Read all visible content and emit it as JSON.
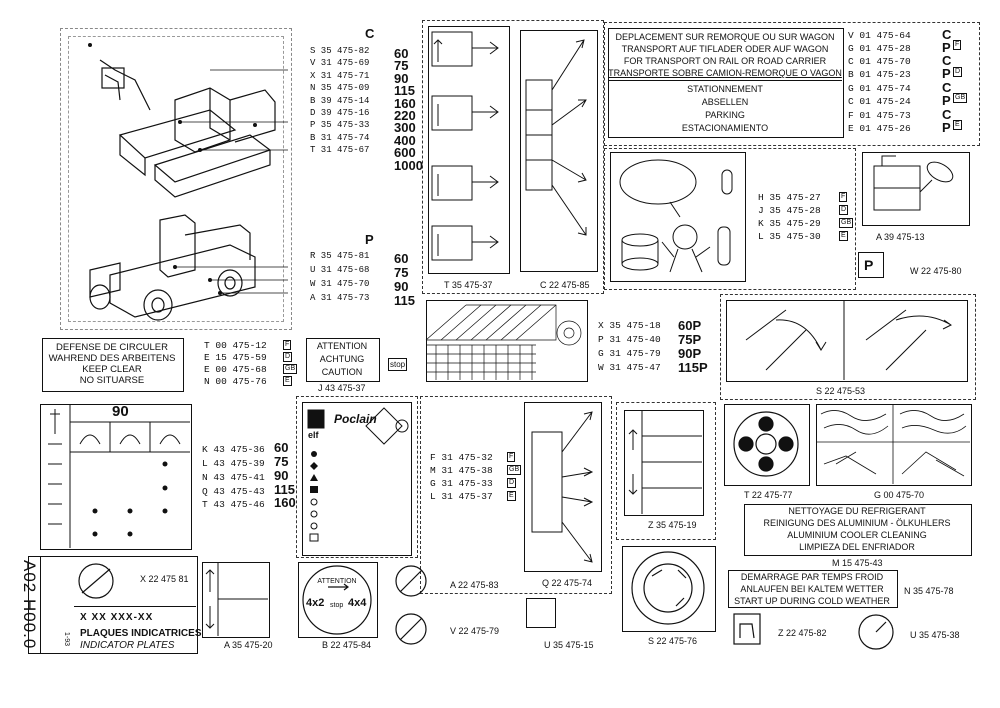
{
  "main_title": "PLAQUES INDICATRICES",
  "main_title_sub": "INDICATOR PLATES",
  "part_ref": "X XX XXX-XX",
  "side_code": "A02 H00.0",
  "side_date": "1-93",
  "excavator_letter": "C",
  "excavator_codes": [
    {
      "code": "S 35 475-82",
      "size": "60"
    },
    {
      "code": "V 31 475-69",
      "size": "75"
    },
    {
      "code": "X 31 475-71",
      "size": "90"
    },
    {
      "code": "N 35 475-09",
      "size": "115"
    },
    {
      "code": "B 39 475-14",
      "size": "160"
    },
    {
      "code": "D 39 475-16",
      "size": "220"
    },
    {
      "code": "P 35 475-33",
      "size": "300"
    },
    {
      "code": "B 31 475-74",
      "size": "400"
    },
    {
      "code": "T 31 475-67",
      "size": "600"
    },
    {
      "code": "",
      "size": "1000"
    }
  ],
  "wheeled_letter": "P",
  "wheeled_codes": [
    {
      "code": "R 35 475-81",
      "size": "60"
    },
    {
      "code": "U 31 475-68",
      "size": "75"
    },
    {
      "code": "W 31 475-70",
      "size": "90"
    },
    {
      "code": "A 31 475-73",
      "size": "115"
    }
  ],
  "box_t35": "T 35 475-37",
  "box_c22": "C 22 475-85",
  "transport": {
    "lines": [
      "DEPLACEMENT SUR REMORQUE OU SUR WAGON",
      "TRANSPORT AUF TIFLADER ODER AUF WAGON",
      "FOR TRANSPORT ON RAIL OR ROAD CARRIER",
      "TRANSPORTE SOBRE CAMION-REMORQUE O VAGON"
    ],
    "parking": [
      "STATIONNEMENT",
      "ABSELLEN",
      "PARKING",
      "ESTACIONAMIENTO"
    ],
    "codes": [
      {
        "code": "V 01 475-64",
        "cp": "C"
      },
      {
        "code": "G 01 475-28",
        "cp": "P",
        "tag": "F"
      },
      {
        "code": "C 01 475-70",
        "cp": "C"
      },
      {
        "code": "B 01 475-23",
        "cp": "P",
        "tag": "D"
      },
      {
        "code": "G 01 475-74",
        "cp": "C"
      },
      {
        "code": "C 01 475-24",
        "cp": "P",
        "tag": "GB"
      },
      {
        "code": "F 01 475-73",
        "cp": "C"
      },
      {
        "code": "E 01 475-26",
        "cp": "P",
        "tag": "E"
      }
    ]
  },
  "fuel_codes": [
    {
      "code": "H 35 475-27",
      "tag": "F"
    },
    {
      "code": "J 35 475-28",
      "tag": "D"
    },
    {
      "code": "K 35 475-29",
      "tag": "GB"
    },
    {
      "code": "L 35 475-30",
      "tag": "E"
    }
  ],
  "a39": "A 39 475-13",
  "w22": "W 22 475-80",
  "p_symbol": "P",
  "defense": {
    "lines": [
      "DEFENSE DE CIRCULER",
      "WAHREND DES ARBEITENS",
      "KEEP CLEAR",
      "NO SITUARSE"
    ],
    "codes": [
      {
        "code": "T 00 475-12",
        "tag": "F"
      },
      {
        "code": "E 15 475-59",
        "tag": "D"
      },
      {
        "code": "E 00 475-68",
        "tag": "GB"
      },
      {
        "code": "N 00 475-76",
        "tag": "E"
      }
    ]
  },
  "attention": {
    "lines": [
      "ATTENTION",
      "ACHTUNG",
      "CAUTION"
    ],
    "code": "J 43 475-37",
    "stop": "stop"
  },
  "grid_codes": [
    {
      "code": "X 35 475-18",
      "size": "60P"
    },
    {
      "code": "P 31 475-40",
      "size": "75P"
    },
    {
      "code": "G 31 475-79",
      "size": "90P"
    },
    {
      "code": "W 31 475-47",
      "size": "115P"
    }
  ],
  "s22_53": "S 22 475-53",
  "boom_title": "90",
  "boom_codes": [
    {
      "code": "K 43 475-36",
      "size": "60"
    },
    {
      "code": "L 43 475-39",
      "size": "75"
    },
    {
      "code": "N 43 475-41",
      "size": "90"
    },
    {
      "code": "Q 43 475-43",
      "size": "115"
    },
    {
      "code": "T 43 475-46",
      "size": "160"
    }
  ],
  "poclain": {
    "brand": "Poclain",
    "sub": "elf"
  },
  "lang_codes": [
    {
      "code": "F 31 475-32",
      "tag": "F"
    },
    {
      "code": "M 31 475-38",
      "tag": "GB"
    },
    {
      "code": "G 31 475-33",
      "tag": "D"
    },
    {
      "code": "L 31 475-37",
      "tag": "E"
    }
  ],
  "z35_19": "Z 35 475-19",
  "t22_77": "T 22 475-77",
  "g00_70": "G 00 475-70",
  "nettoyage": {
    "lines": [
      "NETTOYAGE DU REFRIGERANT",
      "REINIGUNG DES ALUMINIUM - ÖLKUHLERS",
      "ALUMINIUM COOLER CLEANING",
      "LIMPIEZA DEL ENFRIADOR"
    ],
    "code": "M 15 475-43"
  },
  "demarrage": {
    "lines": [
      "DEMARRAGE PAR TEMPS FROID",
      "ANLAUFEN BEI KALTEM WETTER",
      "START UP DURING COLD WEATHER"
    ],
    "code": "N 35 475-78"
  },
  "x22_81": "X 22 475  81",
  "a35_20": "A 35 475-20",
  "b22_84": "B 22 475-84",
  "att4x": {
    "top": "ATTENTION",
    "left": "4x2",
    "mid": "stop",
    "right": "4x4"
  },
  "a22_83": "A 22 475-83",
  "v22_79": "V 22 475-79",
  "q22_74": "Q 22 475-74",
  "u35_15": "U 35 475-15",
  "s22_76": "S 22 475-76",
  "z22_82": "Z 22 475-82",
  "u35_38": "U 35 475-38"
}
